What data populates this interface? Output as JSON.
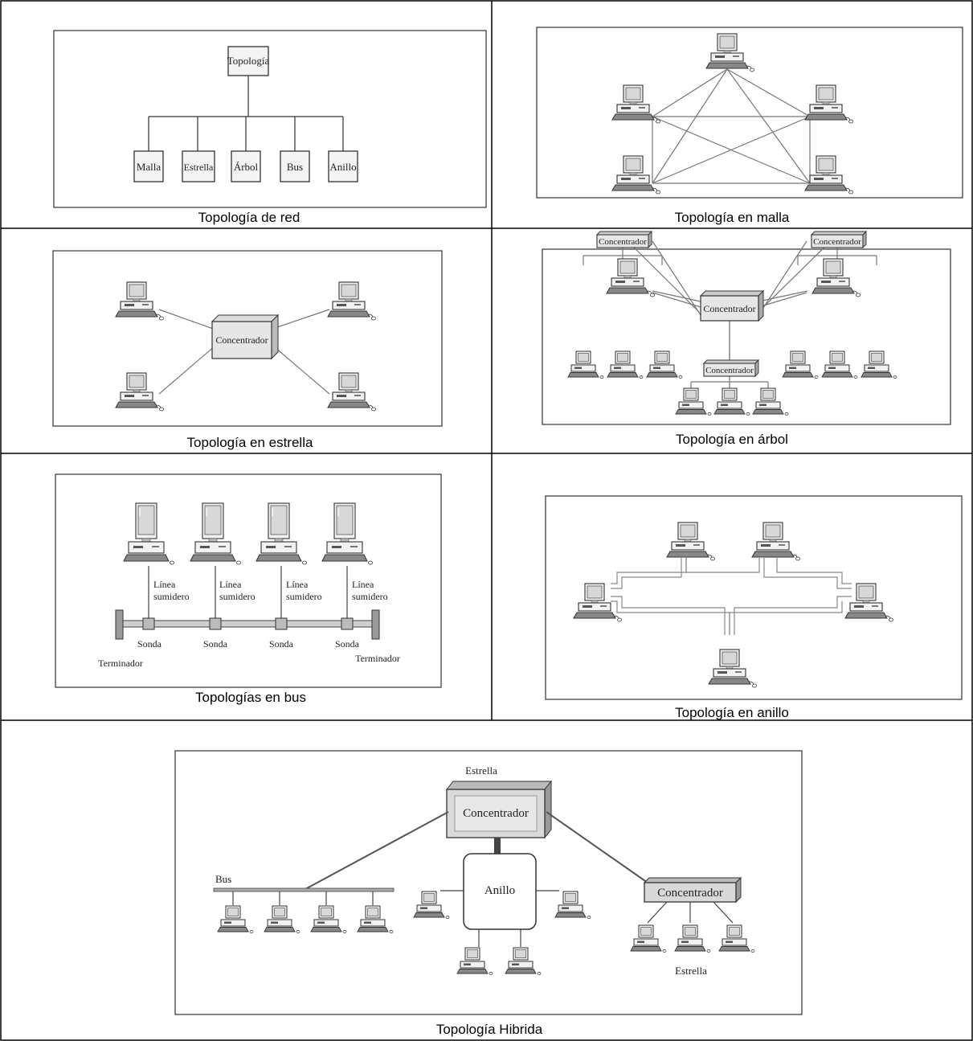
{
  "captions": {
    "red": "Topología de red",
    "malla": "Topología en malla",
    "estrella": "Topología en estrella",
    "arbol": "Topología en árbol",
    "bus": "Topologías en bus",
    "anillo": "Topología en anillo",
    "hibrida": "Topología Hibrida"
  },
  "red_diagram": {
    "root": "Topología",
    "children": [
      "Malla",
      "Estrella",
      "Árbol",
      "Bus",
      "Anillo"
    ]
  },
  "estrella_diagram": {
    "hub": "Concentrador"
  },
  "arbol_diagram": {
    "root_hub": "Concentrador",
    "sub_hubs": [
      "Concentrador",
      "Concentrador",
      "Concentrador"
    ]
  },
  "bus_diagram": {
    "drop_line_1": "Línea",
    "drop_line_2": "sumidero",
    "tap": "Sonda",
    "terminator": "Terminador"
  },
  "hibrida_diagram": {
    "estrella_top": "Estrella",
    "hub_main": "Concentrador",
    "bus": "Bus",
    "ring": "Anillo",
    "hub_secondary": "Concentrador",
    "estrella_bottom": "Estrella"
  }
}
